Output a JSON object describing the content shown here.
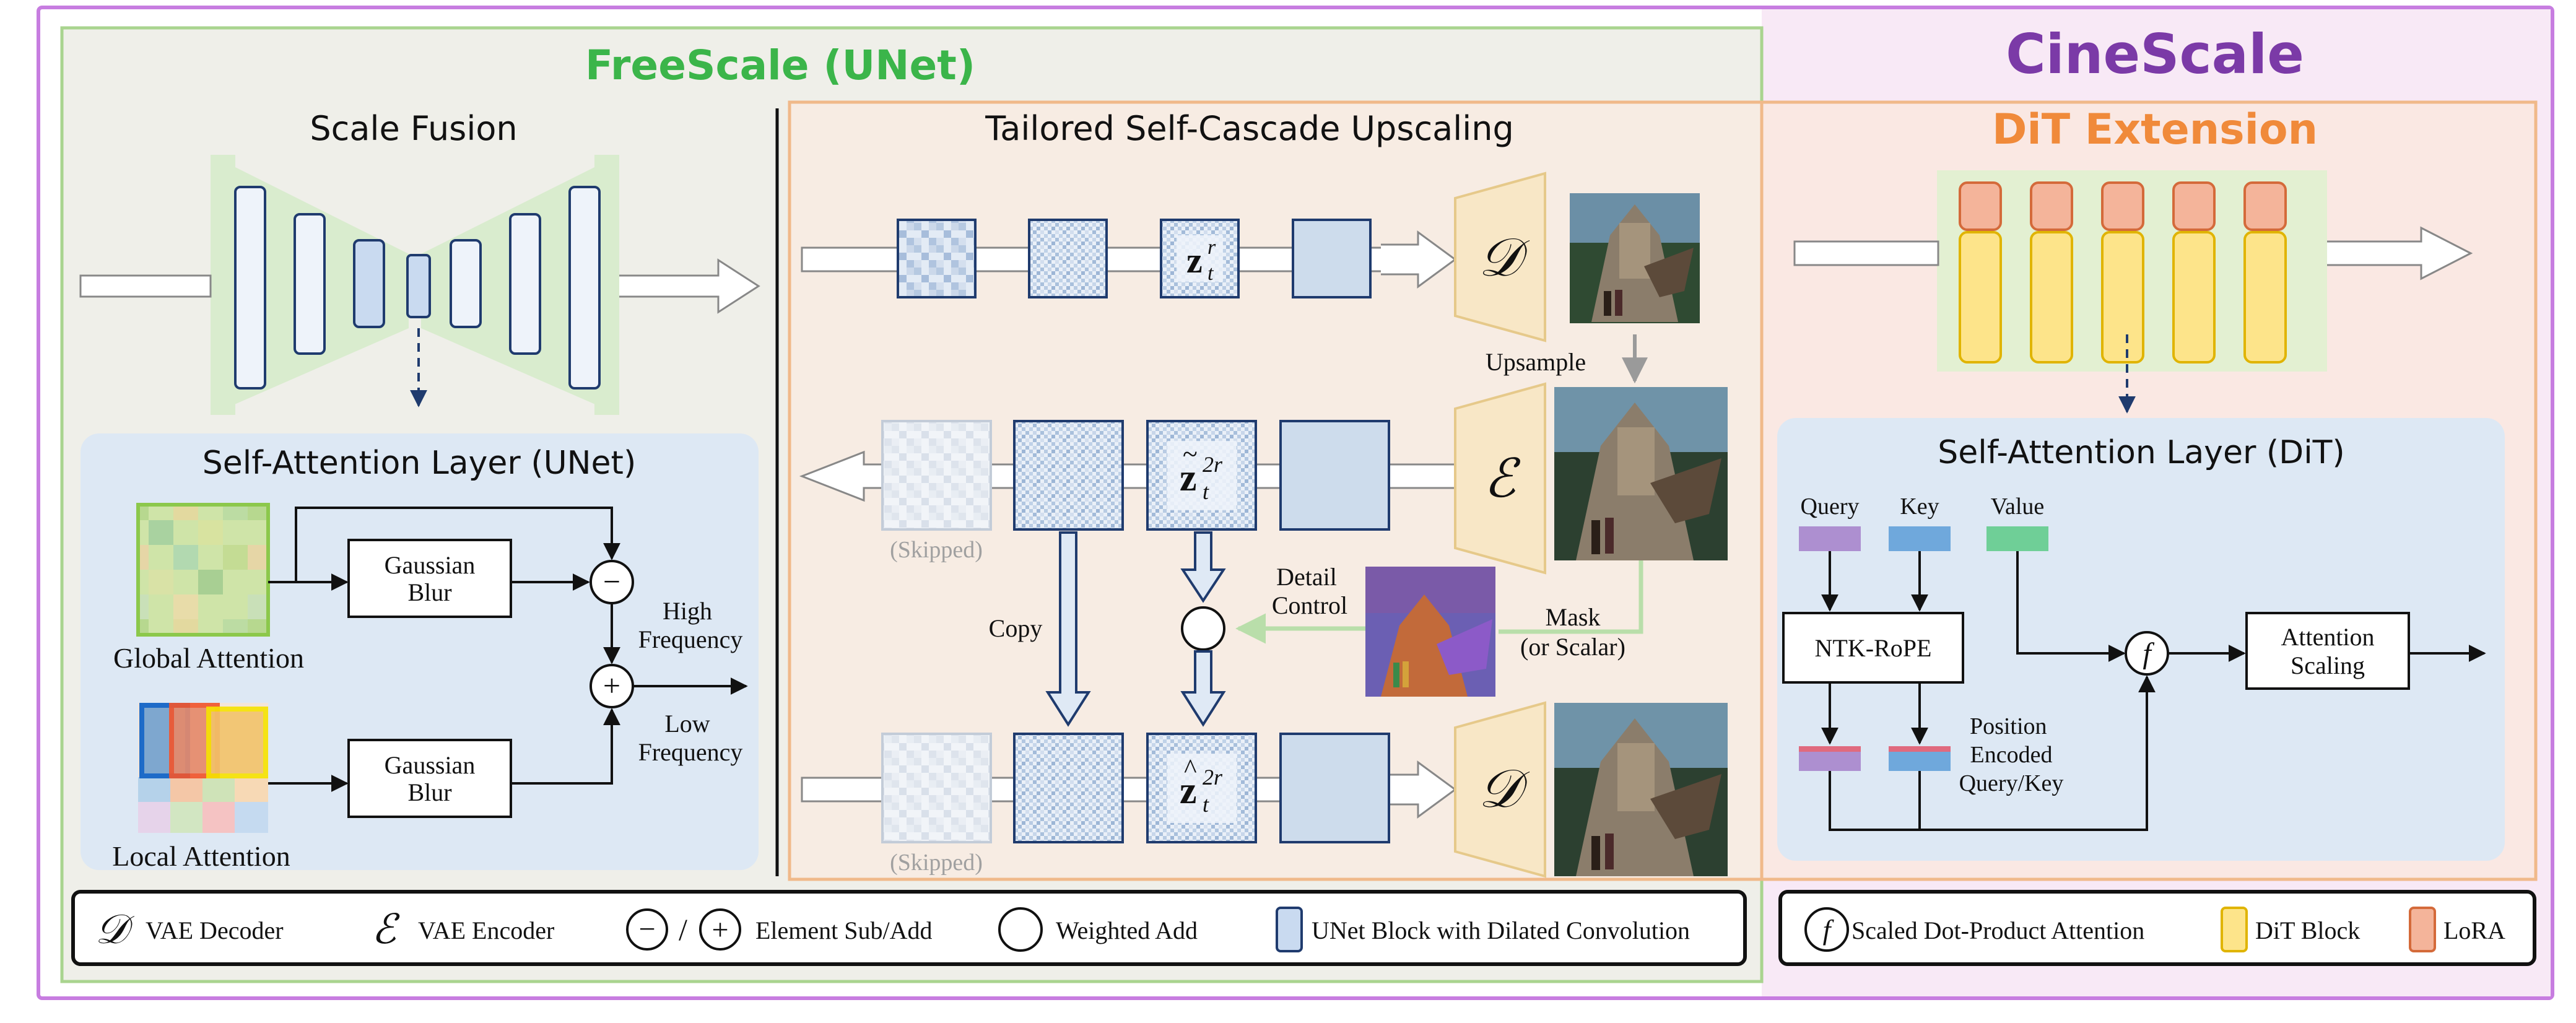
{
  "titles": {
    "freescale": "FreeScale (UNet)",
    "cinescale": "CineScale",
    "dit_extension": "DiT Extension",
    "scale_fusion": "Scale Fusion",
    "cascade": "Tailored Self-Cascade Upscaling",
    "sa_unet": "Self-Attention Layer (UNet)",
    "sa_dit": "Self-Attention Layer (DiT)"
  },
  "scale_fusion": {
    "gaussian_blur": "Gaussian Blur",
    "global_attention": "Global Attention",
    "local_attention": "Local Attention",
    "high_frequency": "High Frequency",
    "low_frequency": "Low Frequency",
    "minus": "−",
    "plus": "+"
  },
  "cascade": {
    "decoder_symbol": "𝒟",
    "encoder_symbol": "ℰ",
    "upsample": "Upsample",
    "skipped": "(Skipped)",
    "copy": "Copy",
    "detail_control": "Detail Control",
    "mask": "Mask",
    "or_scalar": "(or Scalar)",
    "z_base": "z",
    "z_sub": "t",
    "z_sup_r": "r",
    "z_sup_2r": "2r",
    "tilde": "~",
    "hat": "^"
  },
  "dit": {
    "query": "Query",
    "key": "Key",
    "value": "Value",
    "ntk_rope": "NTK-RoPE",
    "f_symbol": "f",
    "attention_scaling": "Attention Scaling",
    "position_encoded": "Position Encoded Query/Key"
  },
  "legend_left": {
    "vae_decoder": "VAE Decoder",
    "vae_encoder": "VAE Encoder",
    "slash": "/",
    "element_sub_add": "Element Sub/Add",
    "weighted_add": "Weighted Add",
    "unet_block": "UNet Block with Dilated Convolution"
  },
  "legend_right": {
    "scaled_dot_product": "Scaled Dot-Product Attention",
    "dit_block": "DiT Block",
    "lora": "LoRA"
  },
  "colors": {
    "freescale_green": "#3bb54a",
    "cinescale_purple": "#7b3aa7",
    "dit_orange": "#f08a3a",
    "outer_border": "#c77de0"
  }
}
